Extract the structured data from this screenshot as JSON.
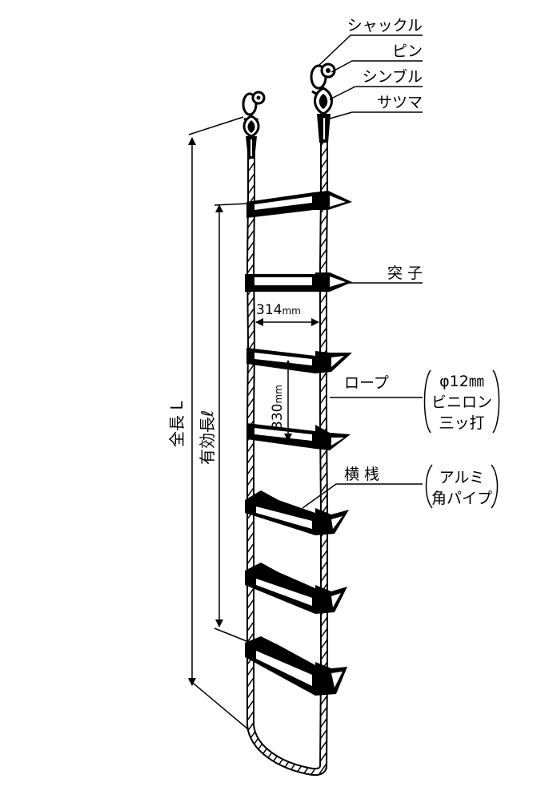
{
  "labels": {
    "shackle": "シャックル",
    "pin": "ピン",
    "thimble": "シンブル",
    "satsuma": "サツマ",
    "protrusion": "突 子",
    "rope": "ロープ",
    "rope_spec_1": "φ12㎜",
    "rope_spec_2": "ビニロン",
    "rope_spec_3": "三ッ打",
    "rung": "横 桟",
    "rung_spec_1": "アルミ",
    "rung_spec_2": "角パイプ"
  },
  "dimensions": {
    "width_value": "314",
    "width_unit": "mm",
    "spacing_value": "330",
    "spacing_unit": "mm",
    "total_length": "全長 L",
    "effective_length": "有効長ℓ"
  },
  "colors": {
    "line": "#000000",
    "fill": "#ffffff"
  }
}
